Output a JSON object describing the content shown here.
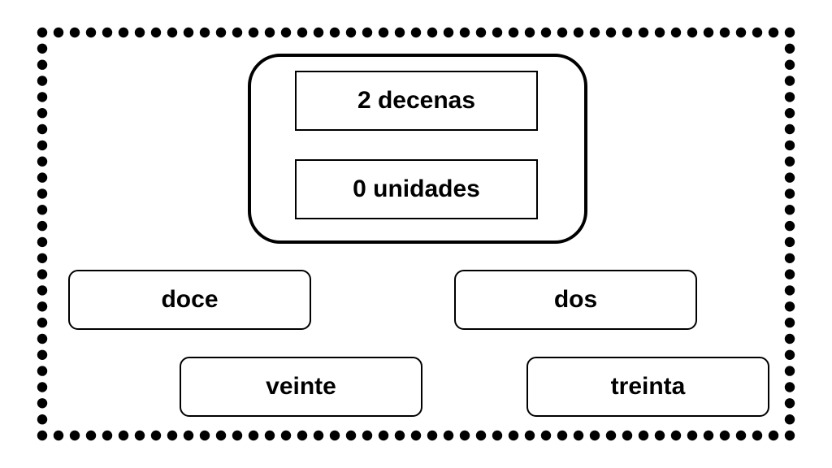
{
  "prompt": {
    "tens": "2 decenas",
    "units": "0 unidades"
  },
  "options": [
    {
      "label": "doce"
    },
    {
      "label": "dos"
    },
    {
      "label": "veinte"
    },
    {
      "label": "treinta"
    }
  ],
  "colors": {
    "ink": "#000000",
    "background": "#ffffff"
  }
}
